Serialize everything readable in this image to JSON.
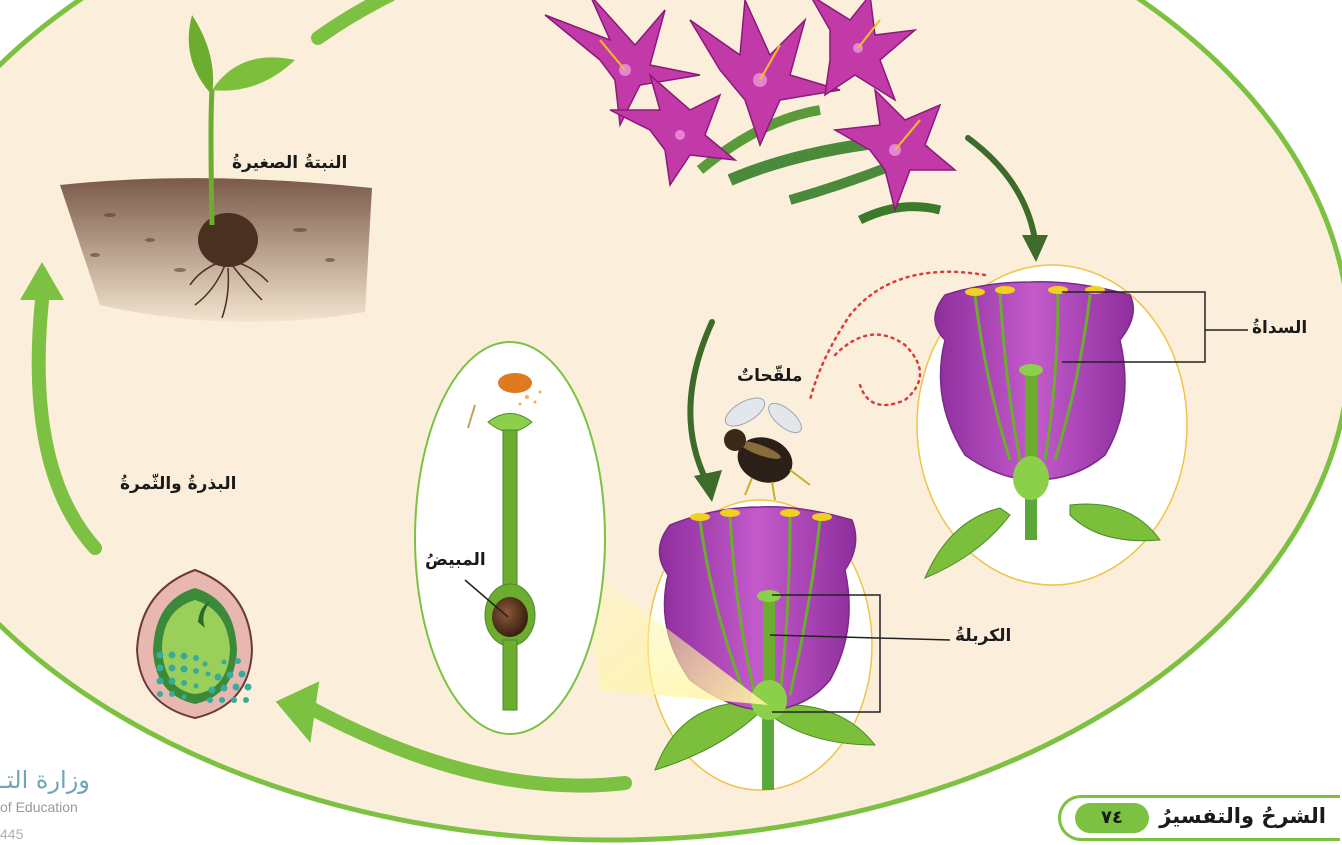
{
  "labels": {
    "seedling": "النبتةُ الصغيرةُ",
    "seed_fruit": "البذرةُ والثّمرةُ",
    "ovary": "المبيضُ",
    "pollinators": "ملقّحاتٌ",
    "stamen": "السداةُ",
    "carpel": "الكربلةُ"
  },
  "footer": {
    "title": "الشرحُ والتفسيرُ",
    "page_number": "٧٤"
  },
  "logo": {
    "arabic_text": "وزارة التـ",
    "english_text": "of Education",
    "year_text": "445"
  },
  "colors": {
    "background_oval": "#fbefdc",
    "cycle_arrow": "#7dc143",
    "dark_arrow": "#3f6b2a",
    "petal": "#a63cb0",
    "stem": "#5aa83a",
    "soil": "#8a6a55",
    "logo_dots": "#3aaa9a"
  },
  "icons": [
    "seedling-illustration",
    "lily-flowers-illustration",
    "flower-cross-section-illustration",
    "bee-icon",
    "seed-cross-section-illustration",
    "pistil-illustration",
    "ministry-logo-dots"
  ]
}
